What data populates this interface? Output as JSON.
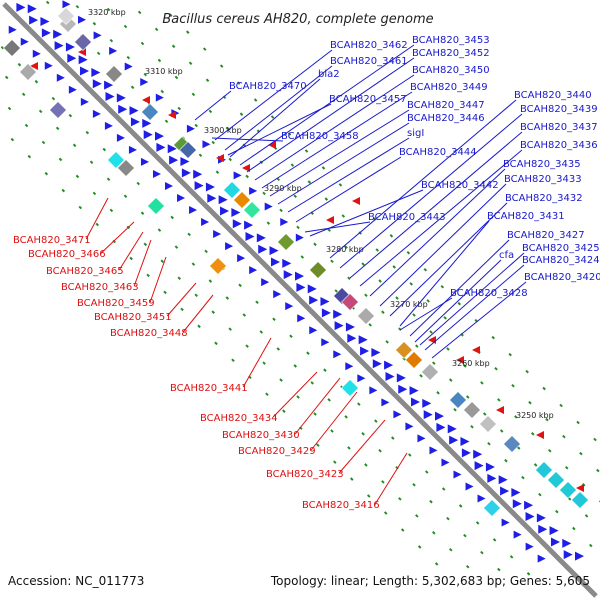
{
  "title": "Bacillus cereus AH820, complete genome",
  "accession": "Accession: NC_011773",
  "summary": "Topology: linear; Length: 5,302,683 bp; Genes: 5,605",
  "colors": {
    "axis": "#8a8a8a",
    "forward_gene_label": "#1a1acc",
    "reverse_gene_label": "#dd1111",
    "gene_forward": "#1e1ee6",
    "gene_reverse": "#e01212"
  },
  "ticks": [
    "3320 kbp",
    "3310 kbp",
    "3300 kbp",
    "3290 kbp",
    "3280 kbp",
    "3270 kbp",
    "3260 kbp",
    "3250 kbp"
  ],
  "forward_labels": [
    "BCAH820_3462",
    "BCAH820_3461",
    "bla2",
    "BCAH820_3470",
    "BCAH820_3453",
    "BCAH820_3452",
    "BCAH820_3450",
    "BCAH820_3449",
    "BCAH820_3457",
    "BCAH820_3447",
    "BCAH820_3446",
    "BCAH820_3458",
    "sigI",
    "BCAH820_3444",
    "BCAH820_3442",
    "BCAH820_3443",
    "BCAH820_3440",
    "BCAH820_3439",
    "BCAH820_3437",
    "BCAH820_3436",
    "BCAH820_3435",
    "BCAH820_3433",
    "BCAH820_3432",
    "BCAH820_3431",
    "BCAH820_3427",
    "BCAH820_3425",
    "cfa",
    "BCAH820_3424",
    "BCAH820_3420",
    "BCAH820_3428"
  ],
  "reverse_labels": [
    "BCAH820_3471",
    "BCAH820_3466",
    "BCAH820_3465",
    "BCAH820_3463",
    "BCAH820_3459",
    "BCAH820_3451",
    "BCAH820_3448",
    "BCAH820_3441",
    "BCAH820_3434",
    "BCAH820_3430",
    "BCAH820_3429",
    "BCAH820_3423",
    "BCAH820_3416"
  ]
}
